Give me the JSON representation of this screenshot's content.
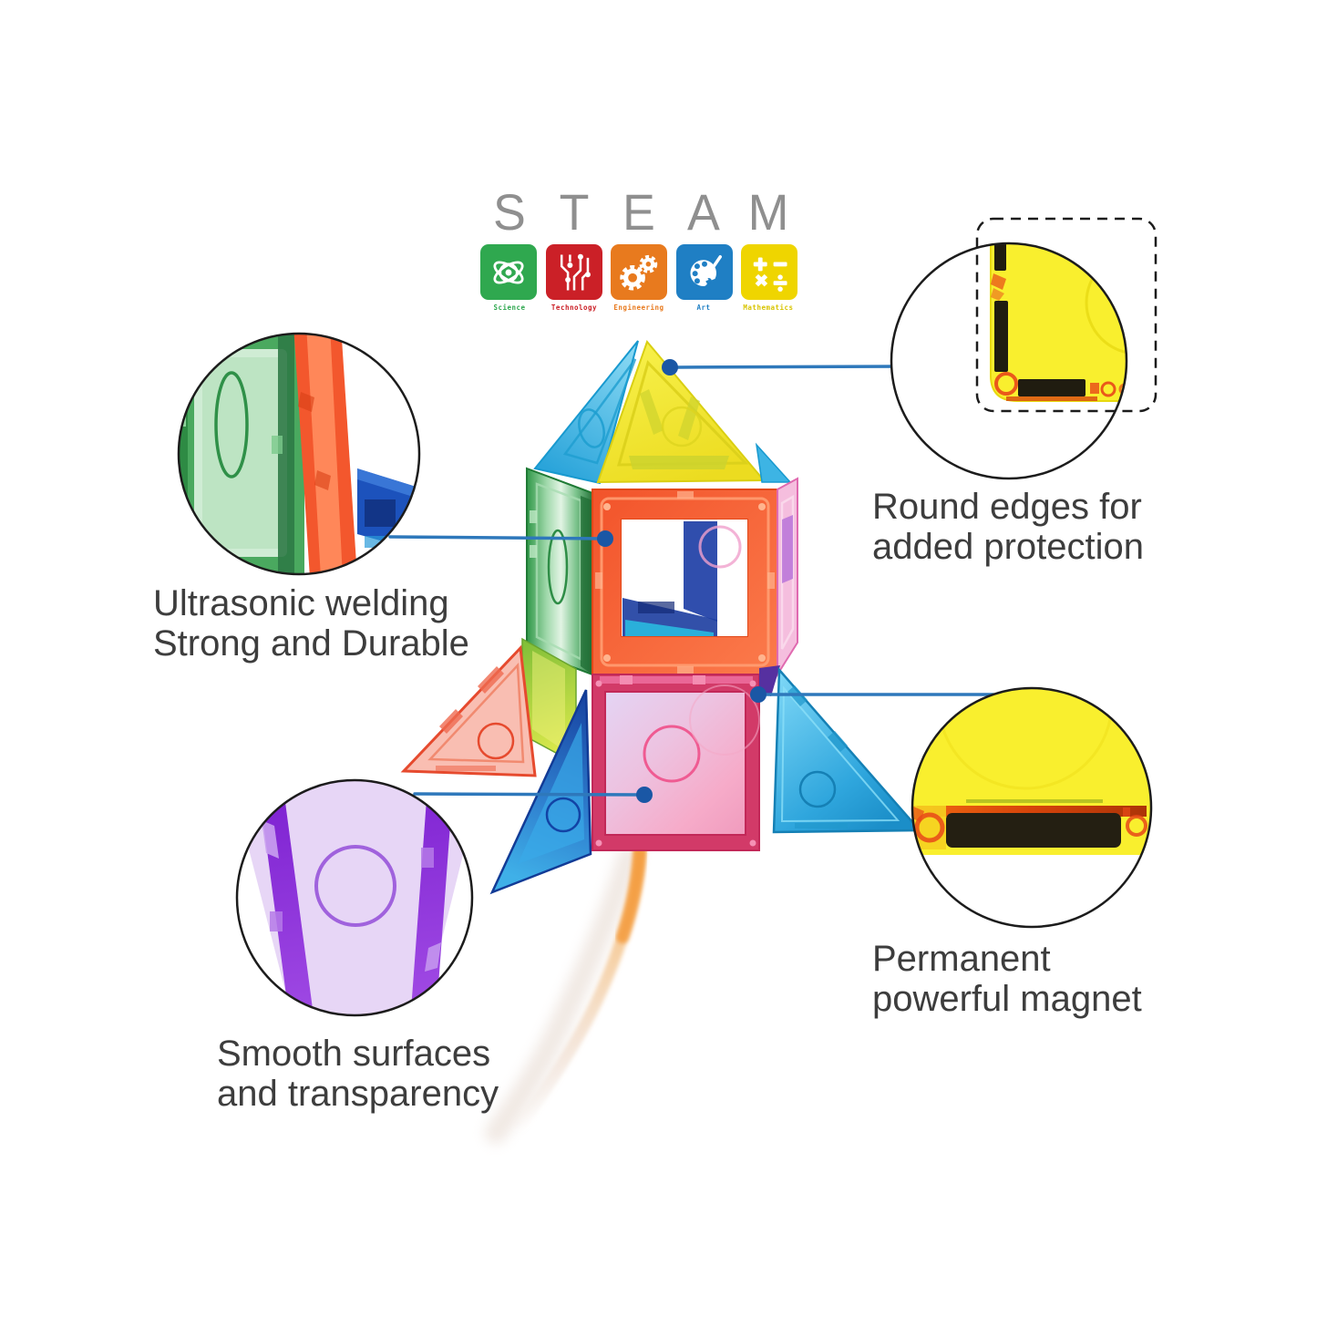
{
  "steam_logo": {
    "letters": [
      "S",
      "T",
      "E",
      "A",
      "M"
    ],
    "tiles": [
      {
        "label": "Science",
        "color": "#2fa84f",
        "icon": "atom-icon"
      },
      {
        "label": "Technology",
        "color": "#cb2027",
        "icon": "circuit-icon"
      },
      {
        "label": "Engineering",
        "color": "#e87a1e",
        "icon": "gears-icon"
      },
      {
        "label": "Art",
        "color": "#1f7fc4",
        "icon": "palette-icon"
      },
      {
        "label": "Mathematics",
        "color": "#efd500",
        "icon": "math-symbols-icon"
      }
    ]
  },
  "annotations": {
    "round_edges": {
      "line1": "Round edges for",
      "line2": "added protection"
    },
    "ultrasonic": {
      "line1": "Ultrasonic welding",
      "line2": "Strong and Durable"
    },
    "smooth": {
      "line1": "Smooth surfaces",
      "line2": "and transparency"
    },
    "magnet": {
      "line1": "Permanent",
      "line2": "powerful magnet"
    }
  },
  "colors": {
    "background": "#ffffff",
    "caption_text": "#3d3d3d",
    "steam_letters": "#8f8f8f",
    "leader_line": "#2e78bb",
    "leader_dot": "#1a57a5",
    "callout_stroke": "#1c1c1c",
    "tile_yellow": "#f9ef2e",
    "tile_orange": "#f2532a",
    "tile_green": "#2f9747",
    "tile_pink": "#f6abc9",
    "tile_purple": "#8a2fd8",
    "tile_cyan": "#2fa6dd",
    "tile_navy": "#16409f",
    "magnet_black": "#241f12"
  }
}
